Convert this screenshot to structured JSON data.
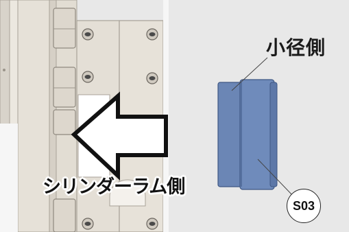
{
  "labels": {
    "small_diameter_side": "小径側",
    "cylinder_ram_side": "シリンダーラム側",
    "part_id": "S03"
  },
  "colors": {
    "background": "#e8e8e8",
    "plate": "#e4dfd6",
    "plate_edge": "#a8a298",
    "bolt": "#5a5a5a",
    "part_blue": "#6b86b5",
    "part_blue_dark": "#4d6796",
    "arrow_fill": "#ffffff",
    "arrow_stroke": "#111111"
  }
}
